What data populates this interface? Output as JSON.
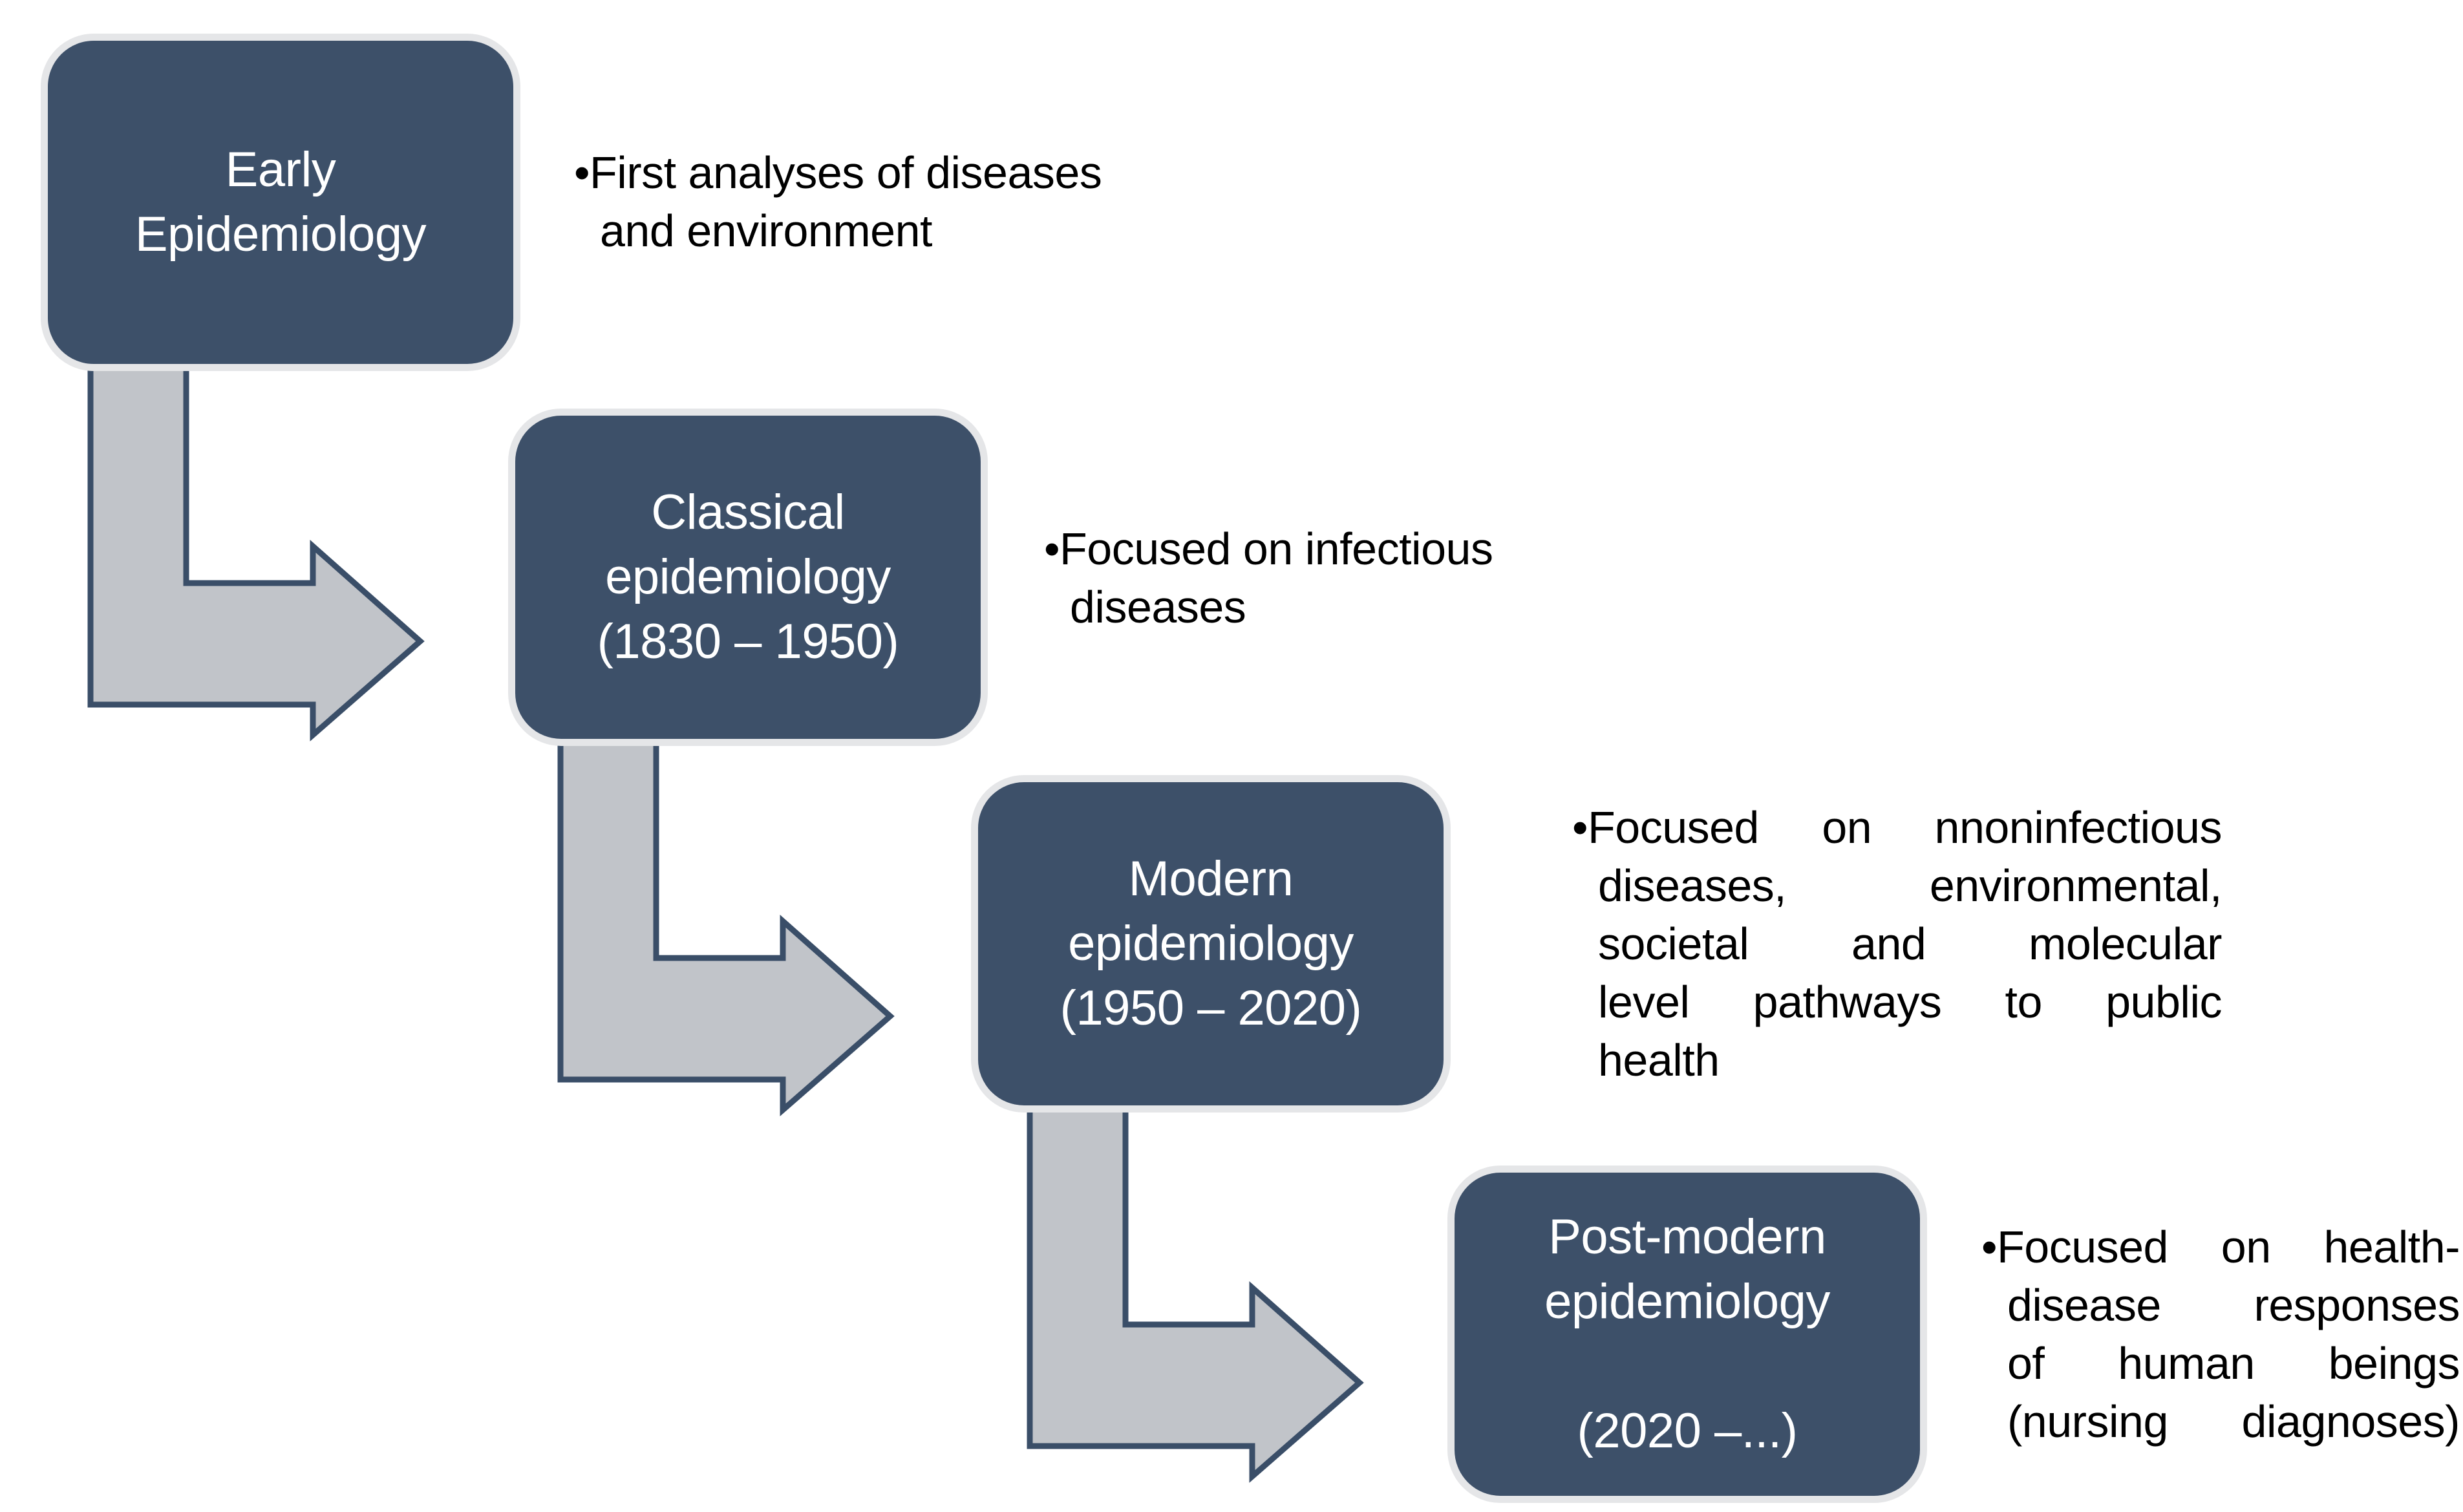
{
  "diagram": {
    "type": "staircase-process",
    "stages": [
      {
        "box_lines": [
          "Early",
          "Epidemiology"
        ],
        "bullet_lines": [
          "•First analyses of diseases",
          "and environment"
        ],
        "justified": false
      },
      {
        "box_lines": [
          "Classical",
          "epidemiology",
          "(1830 – 1950)"
        ],
        "bullet_lines": [
          "•Focused on infectious",
          "diseases"
        ],
        "justified": false
      },
      {
        "box_lines": [
          "Modern",
          "epidemiology",
          "(1950 – 2020)"
        ],
        "bullet_lines": [
          "•Focused on nnoninfectious",
          "diseases, environmental,",
          "societal and molecular",
          "level pathways to public",
          "health"
        ],
        "justified": true
      },
      {
        "box_lines": [
          "Post-modern",
          "epidemiology",
          "",
          "(2020 –...)"
        ],
        "bullet_lines": [
          "•Focused on health-",
          "disease responses",
          "of human beings",
          "(nursing diagnoses)"
        ],
        "justified": true
      }
    ],
    "colors": {
      "box_fill": "#3D5069",
      "box_ring": "#E5E6E8",
      "arrow_fill": "#C1C4C9",
      "arrow_stroke": "#3A4E68",
      "box_text": "#FFFFFF",
      "bullet_text": "#000000",
      "page_bg": "#FFFFFF"
    }
  }
}
